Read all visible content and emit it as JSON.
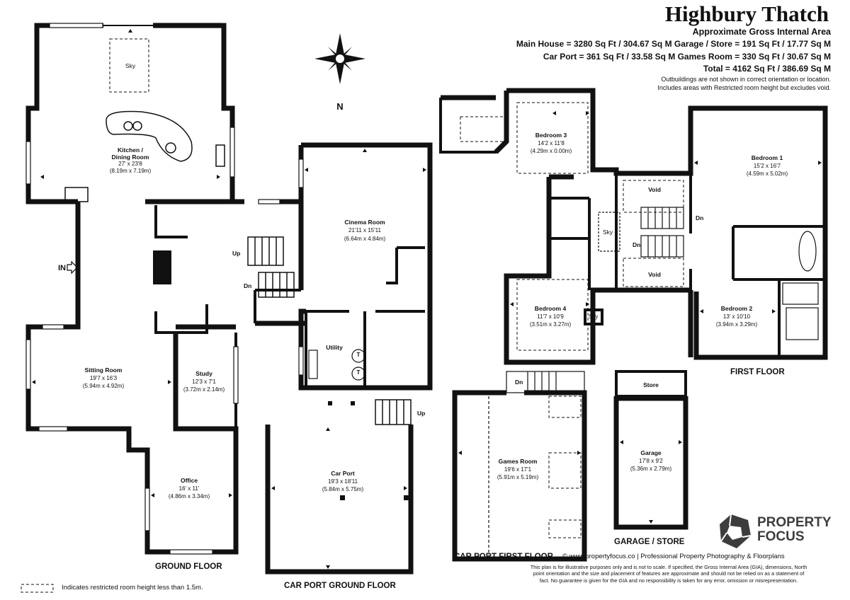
{
  "header": {
    "title": "Highbury Thatch",
    "subtitle": "Approximate Gross Internal Area",
    "area_lines": [
      "Main House = 3280 Sq Ft / 304.67 Sq M Garage / Store = 191 Sq Ft / 17.77 Sq M",
      "Car Port = 361 Sq Ft / 33.58 Sq M Games Room = 330 Sq Ft / 30.67 Sq M",
      "Total = 4162 Sq Ft / 386.69 Sq M"
    ],
    "notes": [
      "Outbuildings are not shown in correct orientation or location.",
      "Includes areas with Restricted room height but excludes void."
    ]
  },
  "compass": {
    "label": "N"
  },
  "rooms": {
    "kitchen": {
      "name": "Kitchen /\nDining Room",
      "imperial": "27' x 23'8",
      "metric": "(8.19m x 7.19m)"
    },
    "cinema": {
      "name": "Cinema Room",
      "imperial": "21'11 x 15'11",
      "metric": "(6.64m x 4.84m)"
    },
    "sitting": {
      "name": "Sitting Room",
      "imperial": "19'7 x 16'3",
      "metric": "(5.94m x 4.92m)"
    },
    "study": {
      "name": "Study",
      "imperial": "12'3 x 7'1",
      "metric": "(3.72m x 2.14m)"
    },
    "office": {
      "name": "Office",
      "imperial": "16' x 11'",
      "metric": "(4.86m x 3.34m)"
    },
    "utility": {
      "name": "Utility"
    },
    "carport": {
      "name": "Car Port",
      "imperial": "19'3 x 18'11",
      "metric": "(5.84m x 5.75m)"
    },
    "bedroom3": {
      "name": "Bedroom 3",
      "imperial": "14'2 x 11'8",
      "metric": "(4.29m x 0.00m)"
    },
    "bedroom1": {
      "name": "Bedroom 1",
      "imperial": "15'2 x 16'7",
      "metric": "(4.59m x 5.02m)"
    },
    "bedroom4": {
      "name": "Bedroom 4",
      "imperial": "11'7 x 10'9",
      "metric": "(3.51m x 3.27m)"
    },
    "bedroom2": {
      "name": "Bedroom 2",
      "imperial": "13' x 10'10",
      "metric": "(3.94m x 3.29m)"
    },
    "games": {
      "name": "Games Room",
      "imperial": "19'6 x 17'1",
      "metric": "(5.91m x 5.19m)"
    },
    "garage": {
      "name": "Garage",
      "imperial": "17'8 x 9'2",
      "metric": "(5.36m x 2.79m)"
    },
    "store": {
      "name": "Store"
    }
  },
  "labels": {
    "sky": "Sky",
    "void": "Void",
    "up": "Up",
    "dn": "Dn",
    "in": "IN",
    "t": "T"
  },
  "floors": {
    "ground": "GROUND FLOOR",
    "carport_ground": "CAR PORT GROUND FLOOR",
    "first": "FIRST FLOOR",
    "carport_first": "CAR PORT FIRST FLOOR",
    "garage_store": "GARAGE / STORE"
  },
  "legend": {
    "text": "Indicates restricted room height less than 1.5m."
  },
  "footer": {
    "credit": "© www.propertyfocus.co | Professional Property Photography & Floorplans",
    "disclaimer": [
      "This plan is for illustrative purposes only and is not to scale. If specified, the Gross Internal Area (GIA), dimensions, North",
      "point orientation and the size and placement of features are approximate and should not be relied on as a statement of",
      "fact. No guarantee is given for the GIA and no responsibility is taken for any error, omission or misrepresentation."
    ]
  },
  "logo": {
    "line1": "PROPERTY",
    "line2": "FOCUS",
    "color": "#3d3d3d"
  }
}
